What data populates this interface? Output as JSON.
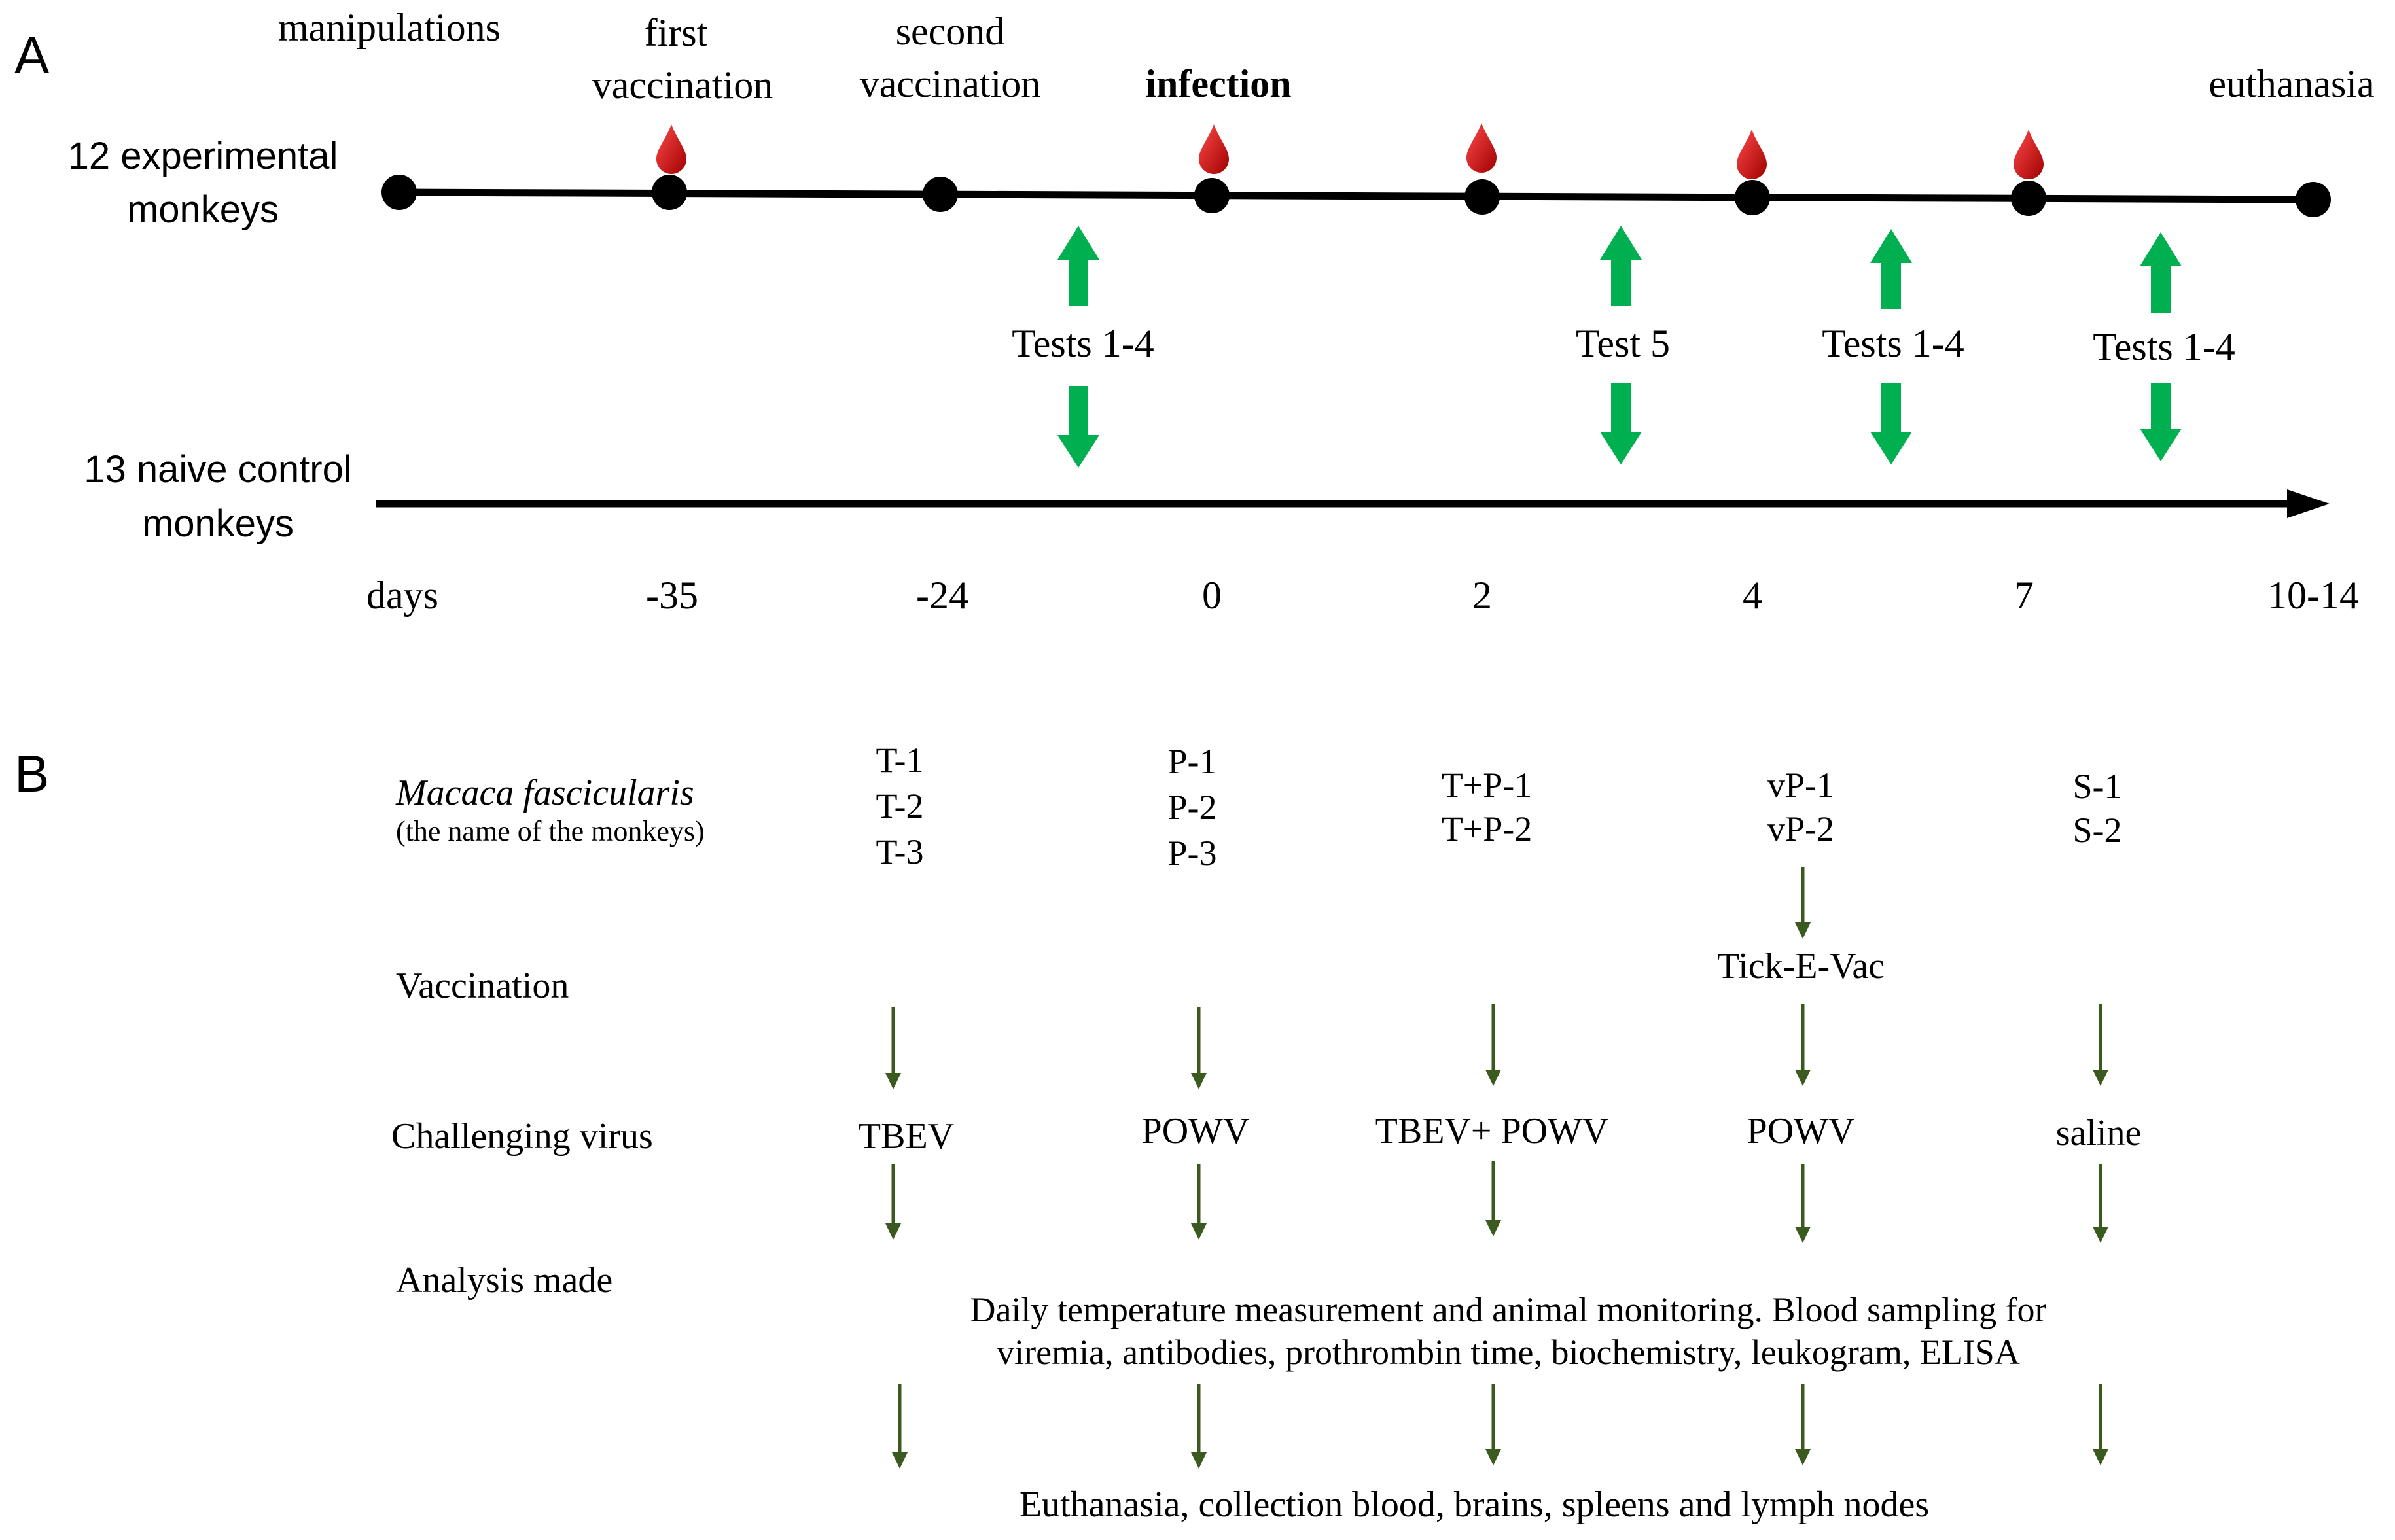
{
  "panel_a": {
    "label": "A",
    "top_labels": {
      "manipulations": "manipulations",
      "first_line1": "first",
      "first_line2": "vaccination",
      "second_line1": "second",
      "second_line2": "vaccination",
      "infection": "infection",
      "euthanasia": "euthanasia"
    },
    "experimental_line1": "12 experimental",
    "experimental_line2": "monkeys",
    "control_line1": "13 naive  control",
    "control_line2": "monkeys",
    "tests": [
      "Tests 1-4",
      "Test 5",
      "Tests 1-4",
      "Tests 1-4"
    ],
    "days_label": "days",
    "days": [
      "-35",
      "-24",
      "0",
      "2",
      "4",
      "7",
      "10-14"
    ],
    "colors": {
      "drop": "#cc0000",
      "test_arrow": "#00b050",
      "timeline": "#000000"
    }
  },
  "panel_b": {
    "label": "B",
    "species": "Macaca fascicularis",
    "species_note": "(the name of the monkeys)",
    "groups": [
      {
        "names": [
          "T-1",
          "T-2",
          "T-3"
        ],
        "virus": "TBEV"
      },
      {
        "names": [
          "P-1",
          "P-2",
          "P-3"
        ],
        "virus": "POWV"
      },
      {
        "names": [
          "T+P-1",
          "T+P-2"
        ],
        "virus": "TBEV+ POWV"
      },
      {
        "names": [
          "vP-1",
          "vP-2"
        ],
        "vaccine": "Tick-E-Vac",
        "virus": "POWV"
      },
      {
        "names": [
          "S-1",
          "S-2"
        ],
        "virus": "saline"
      }
    ],
    "rows": {
      "vaccination": "Vaccination",
      "challenging": "Challenging virus",
      "analysis": "Analysis made"
    },
    "analysis_line1": "Daily temperature measurement and animal monitoring. Blood sampling for",
    "analysis_line2": "viremia, antibodies, prothrombin time, biochemistry, leukogram, ELISA",
    "final": "Euthanasia, collection blood, brains, spleens and lymph nodes",
    "colors": {
      "flow_arrow": "#3a5a20"
    }
  }
}
